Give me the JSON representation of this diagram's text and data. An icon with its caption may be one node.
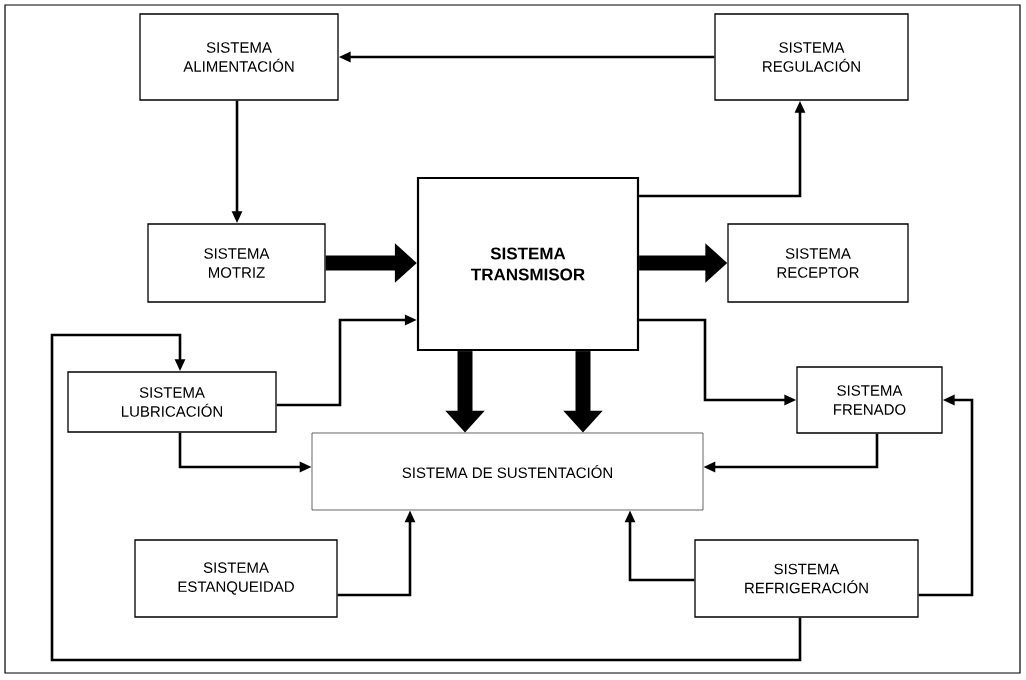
{
  "diagram": {
    "nodes": [
      {
        "text": [
          "SISTEMA ALIMENTACIÓN"
        ]
      },
      {
        "text": [
          "SISTEMA REGULACIÓN"
        ]
      },
      {
        "text": [
          "SISTEMA MOTRIZ"
        ]
      },
      {
        "text": [
          "SISTEMA TRANSMISOR"
        ]
      },
      {
        "text": [
          "SISTEMA RECEPTOR"
        ]
      },
      {
        "text": [
          "SISTEMA LUBRICACIÓN"
        ]
      },
      {
        "text": [
          "SISTEMA FRENADO"
        ]
      },
      {
        "text": [
          "SISTEMA DE SUSTENTACIÓN"
        ]
      },
      {
        "text": [
          "SISTEMA ESTANQUEIDAD"
        ]
      },
      {
        "text": [
          "SISTEMA REFRIGERACIÓN"
        ]
      }
    ],
    "edges": [
      {
        "from": 1,
        "to": 0,
        "arrow": "to"
      },
      {
        "from": 0,
        "to": 2,
        "arrow": "to"
      },
      {
        "from": 2,
        "to": 3,
        "arrow": "to",
        "style": "thick"
      },
      {
        "from": 3,
        "to": 4,
        "arrow": "to",
        "style": "thick"
      },
      {
        "from": 3,
        "to": 1,
        "arrow": "to"
      },
      {
        "from": 5,
        "to": 3,
        "arrow": "to"
      },
      {
        "from": 3,
        "to": 6,
        "arrow": "to"
      },
      {
        "from": 3,
        "to": 7,
        "arrow": "to",
        "style": "thick"
      },
      {
        "from": 3,
        "to": 7,
        "arrow": "to",
        "style": "thick"
      },
      {
        "from": 5,
        "to": 7,
        "arrow": "to"
      },
      {
        "from": 6,
        "to": 7,
        "arrow": "to"
      },
      {
        "from": 8,
        "to": 7,
        "arrow": "to"
      },
      {
        "from": 9,
        "to": 7,
        "arrow": "to"
      },
      {
        "from": 9,
        "to": 6,
        "arrow": "to"
      },
      {
        "from": 9,
        "to": 5,
        "arrow": "to"
      }
    ]
  }
}
